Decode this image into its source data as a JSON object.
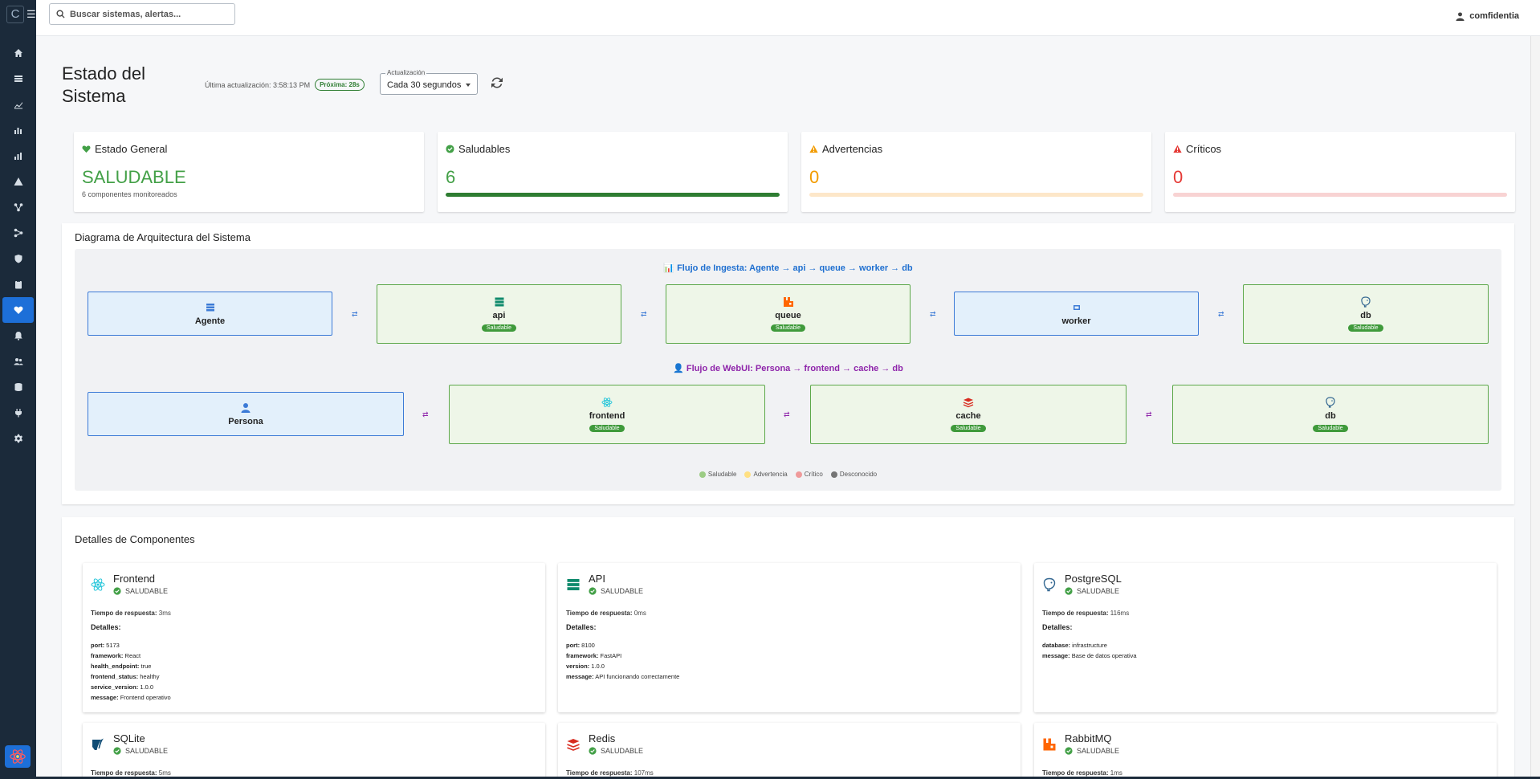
{
  "search": {
    "placeholder": "Buscar sistemas, alertas..."
  },
  "user": {
    "name": "comfidentia"
  },
  "header": {
    "title": "Estado del Sistema",
    "last_updated": "Última actualización: 3:58:13 PM",
    "next_badge": "Próxima: 28s",
    "refresh_label": "Actualización",
    "refresh_value": "Cada 30 segundos"
  },
  "stats": [
    {
      "title": "Estado General",
      "value": "SALUDABLE",
      "sub": "6 componentes monitoreados",
      "color": "#43a047"
    },
    {
      "title": "Saludables",
      "value": "6",
      "color": "#43a047",
      "bar_fill": 1.0,
      "bar_color": "#2e7d32",
      "bar_bg": "#c8e6c9"
    },
    {
      "title": "Advertencias",
      "value": "0",
      "color": "#f29b00",
      "bar_fill": 0.0,
      "bar_color": "#f29b00",
      "bar_bg": "#fde7c9"
    },
    {
      "title": "Críticos",
      "value": "0",
      "color": "#e53935",
      "bar_fill": 0.0,
      "bar_color": "#e53935",
      "bar_bg": "#f8d3d3"
    }
  ],
  "diagram": {
    "title": "Diagrama de Arquitectura del Sistema",
    "flow1": {
      "title": "📊 Flujo de Ingesta: Agente → api → queue → worker → db",
      "color": "#1e6fd0",
      "nodes": [
        {
          "label": "Agente",
          "badge": ""
        },
        {
          "label": "api",
          "badge": "Saludable"
        },
        {
          "label": "queue",
          "badge": "Saludable"
        },
        {
          "label": "worker",
          "badge": ""
        },
        {
          "label": "db",
          "badge": "Saludable"
        }
      ],
      "arrow": "⇄"
    },
    "flow2": {
      "title": "👤 Flujo de WebUI: Persona → frontend → cache → db",
      "color": "#8e24aa",
      "nodes": [
        {
          "label": "Persona",
          "badge": ""
        },
        {
          "label": "frontend",
          "badge": "Saludable"
        },
        {
          "label": "cache",
          "badge": "Saludable"
        },
        {
          "label": "db",
          "badge": "Saludable"
        }
      ],
      "arrow": "⇄"
    },
    "legend": [
      {
        "label": "Saludable",
        "color": "#9ccc84"
      },
      {
        "label": "Advertencia",
        "color": "#ffe082"
      },
      {
        "label": "Crítico",
        "color": "#ef9a9a"
      },
      {
        "label": "Desconocido",
        "color": "#757575"
      }
    ]
  },
  "components": {
    "title": "Detalles de Componentes",
    "response_label": "Tiempo de respuesta:",
    "details_label": "Detalles:",
    "status_label": "SALUDABLE",
    "items": [
      {
        "name": "Frontend",
        "response": "3ms",
        "details": [
          {
            "k": "port:",
            "v": "5173"
          },
          {
            "k": "framework:",
            "v": "React"
          },
          {
            "k": "health_endpoint:",
            "v": "true"
          },
          {
            "k": "frontend_status:",
            "v": "healthy"
          },
          {
            "k": "service_version:",
            "v": "1.0.0"
          },
          {
            "k": "message:",
            "v": "Frontend operativo"
          }
        ]
      },
      {
        "name": "API",
        "response": "0ms",
        "details": [
          {
            "k": "port:",
            "v": "8100"
          },
          {
            "k": "framework:",
            "v": "FastAPI"
          },
          {
            "k": "version:",
            "v": "1.0.0"
          },
          {
            "k": "message:",
            "v": "API funcionando correctamente"
          }
        ]
      },
      {
        "name": "PostgreSQL",
        "response": "116ms",
        "details": [
          {
            "k": "database:",
            "v": "infrastructure"
          },
          {
            "k": "message:",
            "v": "Base de datos operativa"
          }
        ]
      },
      {
        "name": "SQLite",
        "response": "5ms",
        "details": []
      },
      {
        "name": "Redis",
        "response": "107ms",
        "details": []
      },
      {
        "name": "RabbitMQ",
        "response": "1ms",
        "details": []
      }
    ]
  }
}
